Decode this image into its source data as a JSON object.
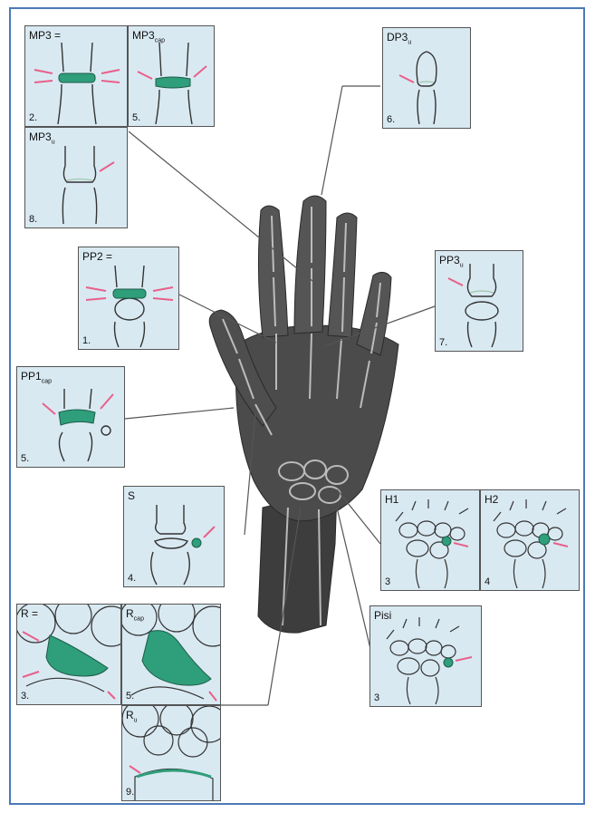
{
  "panels": {
    "mp3_eq": {
      "label": "MP3 =",
      "sub": "",
      "num": "2."
    },
    "mp3_cap": {
      "label": "MP3",
      "sub": "cap",
      "num": "5."
    },
    "mp3_u": {
      "label": "MP3",
      "sub": "u",
      "num": "8."
    },
    "dp3_u": {
      "label": "DP3",
      "sub": "u",
      "num": "6."
    },
    "pp2_eq": {
      "label": "PP2 =",
      "sub": "",
      "num": "1."
    },
    "pp3_u": {
      "label": "PP3",
      "sub": "u",
      "num": "7."
    },
    "pp1_cap": {
      "label": "PP1",
      "sub": "cap",
      "num": "5."
    },
    "s": {
      "label": "S",
      "sub": "",
      "num": "4."
    },
    "h1": {
      "label": "H1",
      "sub": "",
      "num": "3"
    },
    "h2": {
      "label": "H2",
      "sub": "",
      "num": "4"
    },
    "r_eq": {
      "label": "R =",
      "sub": "",
      "num": "3."
    },
    "r_cap": {
      "label": "R",
      "sub": "cap",
      "num": "5."
    },
    "r_u": {
      "label": "R",
      "sub": "u",
      "num": "9."
    },
    "pisi": {
      "label": "Pisi",
      "sub": "",
      "num": "3"
    }
  },
  "colors": {
    "panel_bg": "#d9e9f2",
    "highlight": "#2f9e7a",
    "arrow": "#e8608a",
    "frame": "#4d79b8"
  }
}
